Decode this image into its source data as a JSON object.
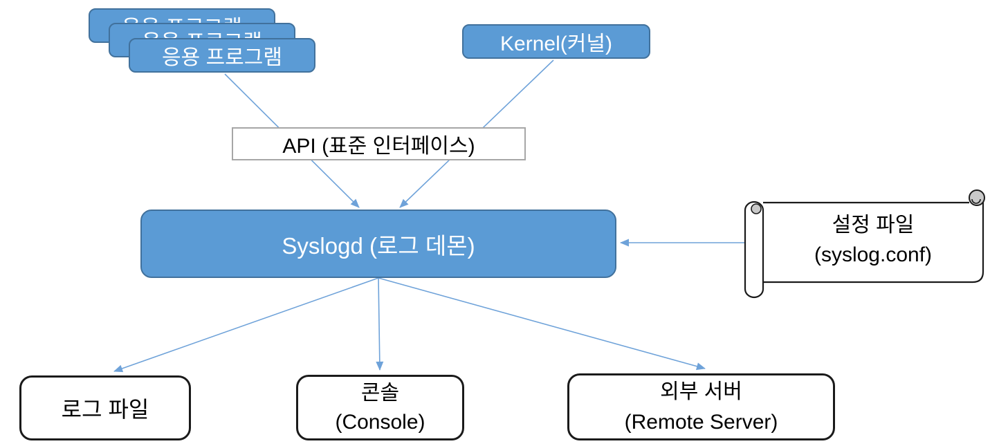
{
  "nodes": {
    "app": {
      "label": "응용 프로그램"
    },
    "kernel": {
      "label": "Kernel(커널)"
    },
    "api": {
      "label": "API (표준 인터페이스)"
    },
    "syslogd": {
      "label": "Syslogd (로그 데몬)"
    },
    "config_file": {
      "line1": "설정 파일",
      "line2": "(syslog.conf)"
    },
    "log_file": {
      "label": "로그 파일"
    },
    "console": {
      "line1": "콘솔",
      "line2": "(Console)"
    },
    "remote_server": {
      "line1": "외부 서버",
      "line2": "(Remote Server)"
    }
  },
  "edges": [
    {
      "from": "app",
      "to": "syslogd",
      "via": "api"
    },
    {
      "from": "kernel",
      "to": "syslogd",
      "via": "api"
    },
    {
      "from": "config_file",
      "to": "syslogd"
    },
    {
      "from": "syslogd",
      "to": "log_file"
    },
    {
      "from": "syslogd",
      "to": "console"
    },
    {
      "from": "syslogd",
      "to": "remote_server"
    }
  ],
  "colors": {
    "node_fill_blue": "#5b9bd5",
    "node_border_blue": "#41719c",
    "connector_blue": "#6ea2d9",
    "api_border_gray": "#a6a6a6",
    "shape_outline_black": "#1a1a1a",
    "scroll_curl_gray": "#c9c9c9",
    "text_on_blue": "#ffffff",
    "text_on_white": "#000000",
    "background": "#ffffff"
  }
}
